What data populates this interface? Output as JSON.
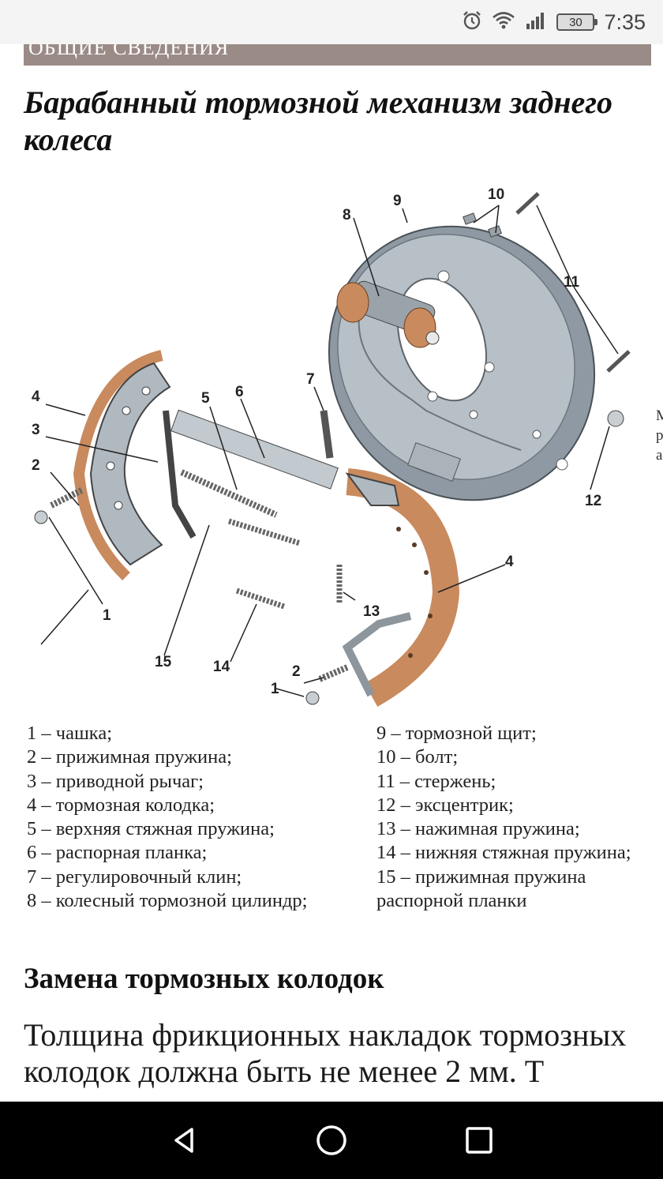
{
  "status_bar": {
    "time": "7:35",
    "battery": "30",
    "icons": [
      "alarm-icon",
      "wifi-icon",
      "signal-icon",
      "battery-icon"
    ]
  },
  "banner": {
    "text": "ОБЩИЕ СВЕДЕНИЯ"
  },
  "title": "Барабанный тормозной механизм заднего колеса",
  "figure": {
    "callouts": [
      "1",
      "2",
      "3",
      "4",
      "5",
      "6",
      "7",
      "8",
      "9",
      "10",
      "11",
      "12",
      "13",
      "14",
      "15",
      "4",
      "2",
      "1"
    ],
    "edge_text": "М\nр\nа"
  },
  "legend": {
    "left": [
      "1 – чашка;",
      "2 – прижимная пружина;",
      "3 – приводной рычаг;",
      "4 – тормозная колодка;",
      "5 – верхняя стяжная пружина;",
      "6 – распорная планка;",
      "7 – регулировочный клин;",
      "8 – колесный тормозной цилиндр;"
    ],
    "right": [
      "9 – тормозной щит;",
      "10 – болт;",
      "11 – стержень;",
      "12 – эксцентрик;",
      "13 – нажимная пружина;",
      "14 – нижняя стяжная пружина;",
      "15 – прижимная пружина распорной планки"
    ]
  },
  "section": {
    "heading": "Замена тормозных колодок",
    "paragraph": "Толщина фрикционных накладок тормозных колодок должна быть не менее 2 мм. Т"
  },
  "nav": {
    "icons": [
      "back-icon",
      "home-icon",
      "recents-icon"
    ]
  }
}
